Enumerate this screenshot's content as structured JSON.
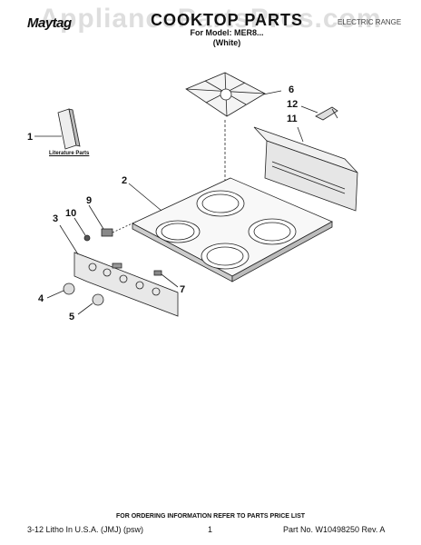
{
  "watermark": "AppliancePartsPros.com",
  "brand": "Maytag",
  "title": "COOKTOP PARTS",
  "subtitle": "For Model: MER8...",
  "subtitle2": "(White)",
  "range_type": "ELECTRIC RANGE",
  "literature_label": "Literature Parts",
  "callouts": [
    "1",
    "2",
    "3",
    "4",
    "5",
    "6",
    "7",
    "9",
    "10",
    "11",
    "12"
  ],
  "footer_note": "FOR ORDERING INFORMATION REFER TO PARTS PRICE LIST",
  "footer_left": "3-12 Litho In U.S.A. (JMJ) (psw)",
  "footer_page": "1",
  "footer_part": "Part No. W10498250 Rev. A"
}
